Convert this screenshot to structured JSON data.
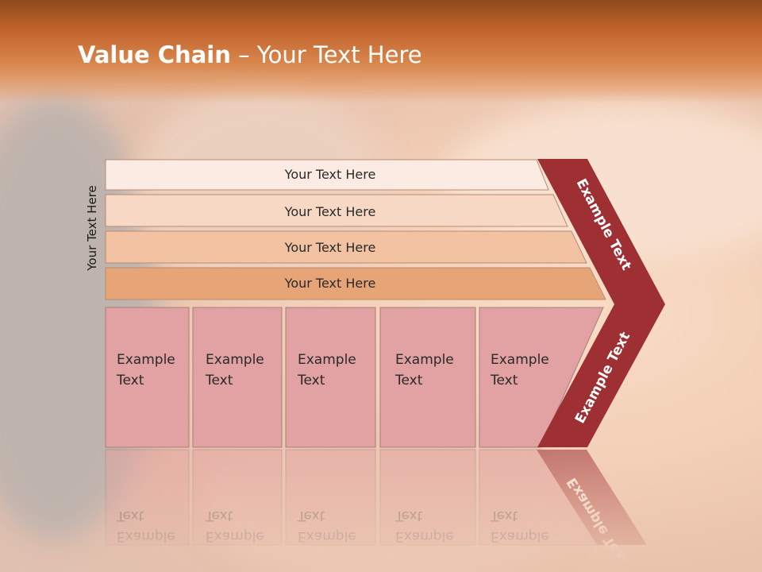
{
  "title": {
    "bold": "Value Chain",
    "rest": " – Your Text Here"
  },
  "side_label": "Your Text Here",
  "bands": [
    {
      "label": "Your Text Here",
      "fill": "#fbebe3"
    },
    {
      "label": "Your Text Here",
      "fill": "#f7d8c5"
    },
    {
      "label": "Your Text Here",
      "fill": "#f2c2a3"
    },
    {
      "label": "Your Text Here",
      "fill": "#e7a476"
    }
  ],
  "boxes": [
    {
      "line1": "Example",
      "line2": "Text"
    },
    {
      "line1": "Example",
      "line2": "Text"
    },
    {
      "line1": "Example",
      "line2": "Text"
    },
    {
      "line1": "Example",
      "line2": "Text"
    },
    {
      "line1": "Example",
      "line2": "Text"
    }
  ],
  "arrow": {
    "upper_label": "Example Text",
    "lower_label": "Example Text",
    "color": "#9e2f33"
  },
  "colors": {
    "box_fill": "#e2a1a2",
    "box_stroke": "#a77f7c",
    "header": "#c0622b"
  }
}
